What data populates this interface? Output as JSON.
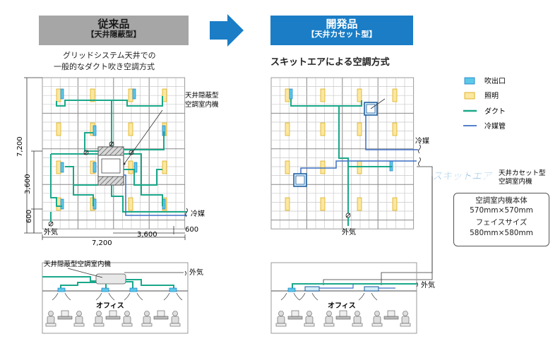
{
  "conventional": {
    "title": "従来品",
    "subtitle": "【天井隠蔽型】",
    "caption_line1": "グリッドシステム天井での",
    "caption_line2": "一般的なダクト吹き空調方式",
    "unit_label": "天井隠蔽型\n空調室内機",
    "refrigerant_label": "冷媒",
    "outside_air_label": "外気",
    "dim_height_total": "7,200",
    "dim_height_mid": "3,600",
    "dim_height_small": "600",
    "dim_width_total": "7,200",
    "dim_width_half": "3,600",
    "dim_width_small": "600",
    "section_unit_label": "天井隠蔽型空調室内機",
    "section_outside_air": "外気",
    "section_office": "オフィス"
  },
  "developed": {
    "title": "開発品",
    "subtitle": "【天井カセット型】",
    "heading": "スキットエアによる空調方式",
    "refrigerant_label": "冷媒",
    "outside_air_label": "外気",
    "brand": "スキットエア",
    "brand_desc": "天井カセット型\n空調室内機",
    "spec_line1": "空調室内機本体",
    "spec_line2": "570mm×570mm",
    "spec_line3": "フェイスサイズ",
    "spec_line4": "580mm×580mm",
    "section_outside_air": "外気",
    "section_office": "オフィス"
  },
  "legend": [
    {
      "label": "吹出口",
      "color": "#5bc8e8"
    },
    {
      "label": "照明",
      "color": "#fbe7a0"
    },
    {
      "label": "ダクト",
      "color": "#1aa88a"
    },
    {
      "label": "冷媒管",
      "color": "#3c6fc4"
    }
  ],
  "colors": {
    "header_gray": "#a6a6a6",
    "header_blue": "#1a7dc6",
    "arrow_blue": "#1a7dc6",
    "duct": "#1aa88a",
    "refrigerant": "#3c6fc4",
    "outlet": "#5bc8e8",
    "light": "#fbe7a0",
    "grid": "#c9c9c9"
  }
}
